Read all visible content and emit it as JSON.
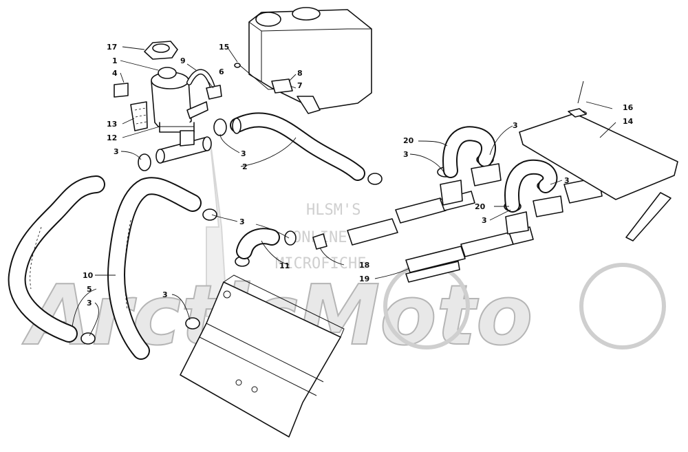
{
  "watermark": {
    "line1": "HLSM'S",
    "line2": "ONLINE",
    "line3": "MICROFICHE",
    "logo_text": "ArcticMoto"
  },
  "callouts": {
    "c17": "17",
    "c1": "1",
    "c4": "4",
    "c13": "13",
    "c12": "12",
    "c3a": "3",
    "c15": "15",
    "c9": "9",
    "c6": "6",
    "c8": "8",
    "c7": "7",
    "c3b": "3",
    "c2": "2",
    "c20a": "20",
    "c3c": "3",
    "c3d": "3",
    "c16": "16",
    "c14": "14",
    "c3e": "3",
    "c20b": "20",
    "c3f": "3",
    "c3g": "3",
    "c11": "11",
    "c18": "18",
    "c19": "19",
    "c10": "10",
    "c5": "5",
    "c3h": "3",
    "c3i": "3"
  }
}
